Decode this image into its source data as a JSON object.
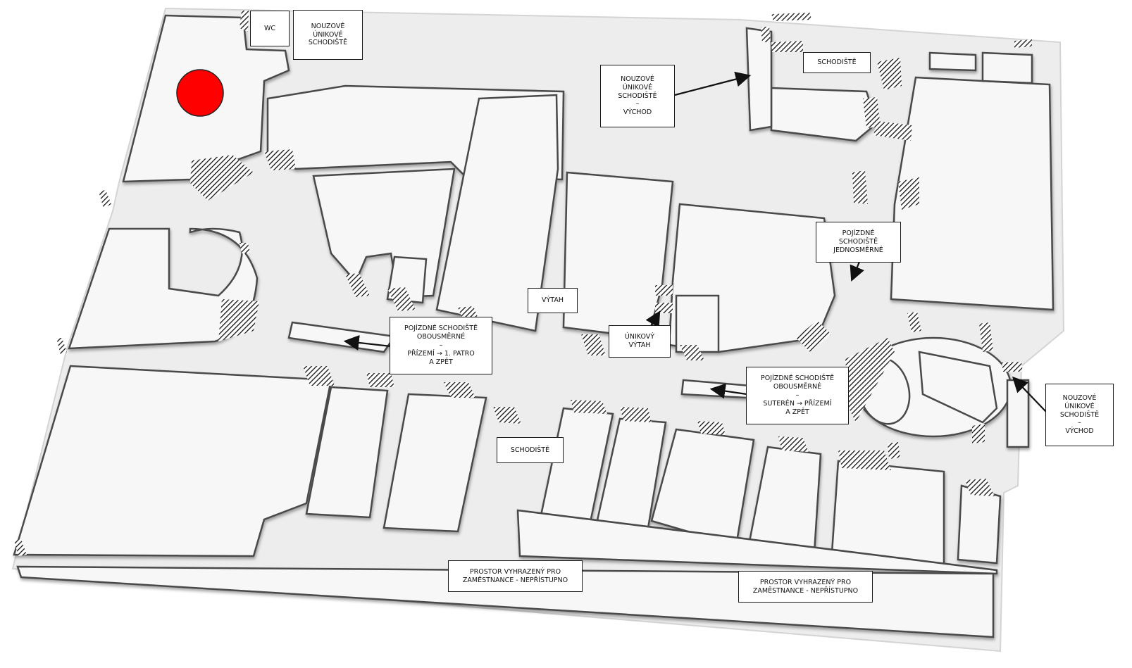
{
  "map": {
    "location_marker_color": "#ff0000",
    "labels": {
      "wc": [
        "WC"
      ],
      "emergency_stairs_top": [
        "NOUZOVÉ",
        "ÚNIKOVÉ",
        "SCHODIŠTĚ"
      ],
      "emergency_stairs_east_1": [
        "NOUZOVÉ",
        "ÚNIKOVÉ",
        "SCHODIŠTĚ",
        "–",
        "VÝCHOD"
      ],
      "stairs_top_right": [
        "SCHODIŠTĚ"
      ],
      "escalator_one_way": [
        "POJÍZDNÉ",
        "SCHODIŠTĚ",
        "JEDNOSMĚRNÉ"
      ],
      "elevator": [
        "VÝTAH"
      ],
      "escalator_ground_first": [
        "POJÍZDNÉ SCHODIŠTĚ",
        "OBOUSMĚRNÉ",
        "–",
        "PŘÍZEMÍ → 1. PATRO",
        "A ZPĚT"
      ],
      "escape_elevator": [
        "ÚNIKOVÝ",
        "VÝTAH"
      ],
      "escalator_basement_ground": [
        "POJÍZDNÉ SCHODIŠTĚ",
        "OBOUSMĚRNÉ",
        "–",
        "SUTERÉN → PŘÍZEMÍ",
        "A ZPĚT"
      ],
      "emergency_stairs_east_2": [
        "NOUZOVÉ",
        "ÚNIKOVÉ",
        "SCHODIŠTĚ",
        "–",
        "VÝCHOD"
      ],
      "stairs_center": [
        "SCHODIŠTĚ"
      ],
      "staff_area_1": [
        "PROSTOR VYHRAZENÝ PRO",
        "ZAMĚSTNANCE - NEPŘÍSTUPNO"
      ],
      "staff_area_2": [
        "PROSTOR VYHRAZENÝ PRO",
        "ZAMĚSTNANCE - NEPŘÍSTUPNO"
      ]
    }
  }
}
